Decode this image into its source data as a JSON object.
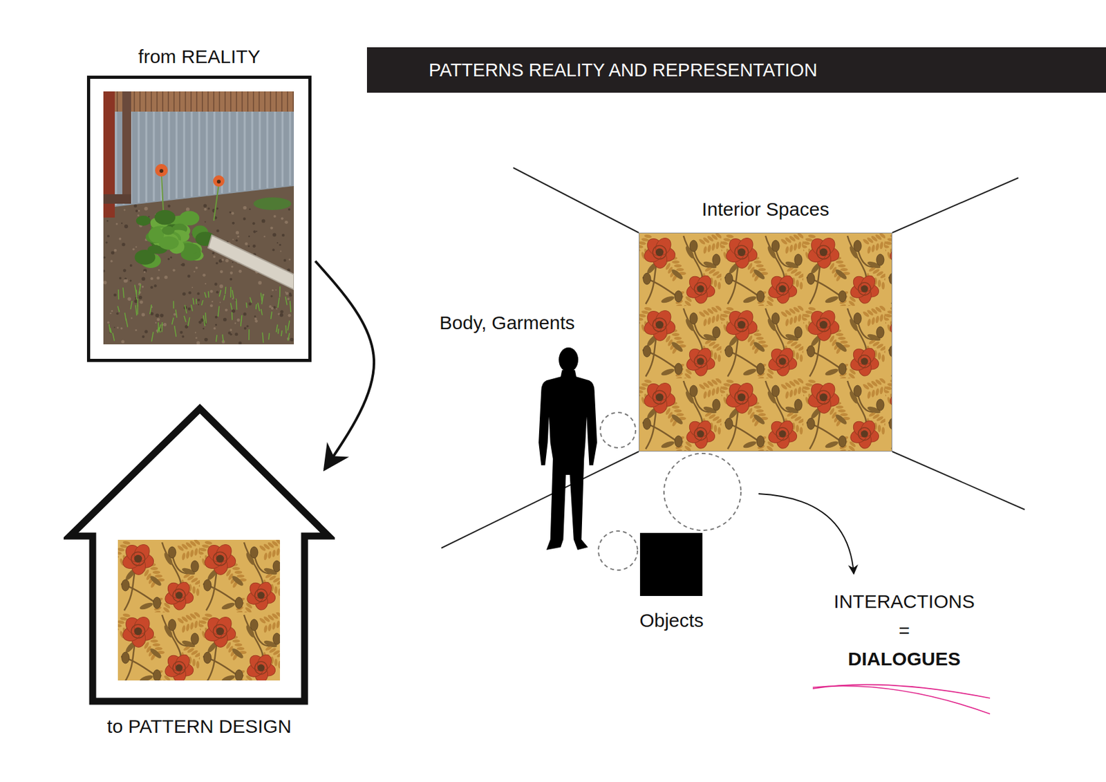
{
  "diagram": {
    "title": "PATTERNS REALITY AND REPRESENTATION",
    "nodes": [
      {
        "text": [
          "from REALITY"
        ]
      },
      {
        "text": [
          "to PATTERN DESIGN"
        ]
      },
      {
        "text": [
          "Interior Spaces"
        ]
      },
      {
        "text": [
          "Body, Garments"
        ]
      },
      {
        "text": [
          "Objects"
        ]
      }
    ],
    "edges": [
      {
        "from": 0,
        "to": 1,
        "arrow": "to"
      }
    ],
    "labels": [
      "INTERACTIONS",
      "=",
      "DIALOGUES"
    ]
  }
}
